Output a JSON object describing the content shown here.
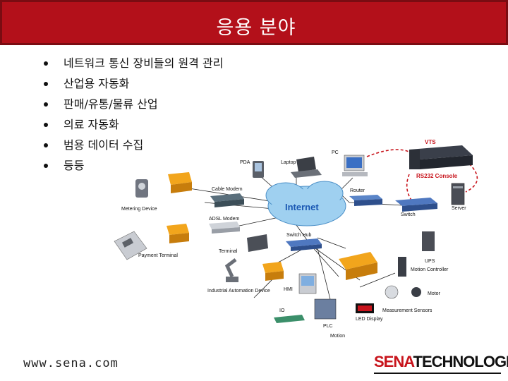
{
  "title": "응용 분야",
  "bullets": [
    "네트워크 통신 장비들의 원격 관리",
    "산업용 자동화",
    "판매/유통/물류 산업",
    "의료 자동화",
    "범용 데이터 수집",
    "등등"
  ],
  "diagram": {
    "internet": "Internet",
    "rs232": "RS232 Console",
    "vts": "VTS",
    "labels": {
      "pda": "PDA",
      "laptop": "Laptop",
      "pc": "PC",
      "router": "Router",
      "switch": "Switch",
      "server": "Server",
      "cable_modem": "Cable Modem",
      "adsl_modem": "ADSL Modem",
      "terminal": "Terminal",
      "switch_hub": "Switch Hub",
      "metering": "Metering Device",
      "payment": "Payment Terminal",
      "industrial": "Industrial Automation Device",
      "hmi": "HMI",
      "io": "IO",
      "plc": "PLC",
      "motion": "Motion",
      "led": "LED Display",
      "measurement": "Measurement Sensors",
      "ups": "UPS",
      "motion_controller": "Motion Controller",
      "motor": "Motor"
    }
  },
  "footer": {
    "url": "www.sena.com",
    "logo_brand": "SENA",
    "logo_suffix": "TECHNOLOGIES"
  },
  "colors": {
    "title_bg": "#b3101a",
    "cloud": "#9fd0f0",
    "brand_red": "#c8141c"
  }
}
